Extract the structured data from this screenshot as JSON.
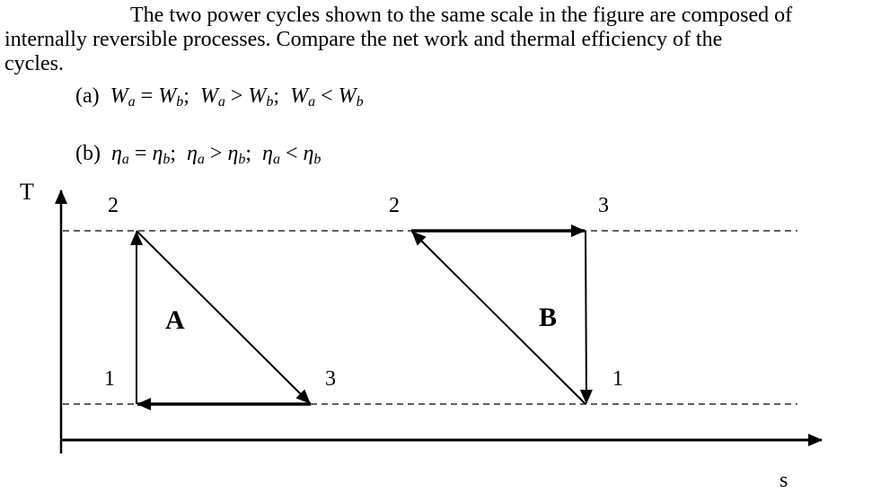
{
  "problem": {
    "line1": "The two power cycles shown to the same scale in the figure are composed of",
    "line2": "internally reversible processes.  Compare the net work and thermal efficiency of the",
    "line3": "cycles.",
    "part_a": {
      "label": "(a)",
      "options": [
        "W_a = W_b;",
        "W_a > W_b;",
        "W_a < W_b"
      ],
      "o1_lhs": "W",
      "o1_lsub": "a",
      "o1_op": " = ",
      "o1_rhs": "W",
      "o1_rsub": "b",
      "o1_end": ";",
      "o2_lhs": "W",
      "o2_lsub": "a",
      "o2_op": " > ",
      "o2_rhs": "W",
      "o2_rsub": "b",
      "o2_end": ";",
      "o3_lhs": "W",
      "o3_lsub": "a",
      "o3_op": " < ",
      "o3_rhs": "W",
      "o3_rsub": "b",
      "o3_end": ""
    },
    "part_b": {
      "label": "(b)",
      "options": [
        "η_a = η_b;",
        "η_a > η_b;",
        "η_a < η_b"
      ],
      "o1_lhs": "η",
      "o1_lsub": "a",
      "o1_op": " = ",
      "o1_rhs": "η",
      "o1_rsub": "b",
      "o1_end": ";",
      "o2_lhs": "η",
      "o2_lsub": "a",
      "o2_op": " > ",
      "o2_rhs": "η",
      "o2_rsub": "b",
      "o2_end": ";",
      "o3_lhs": "η",
      "o3_lsub": "a",
      "o3_op": " < ",
      "o3_rhs": "η",
      "o3_rsub": "b",
      "o3_end": ""
    }
  },
  "diagram": {
    "y_axis_label": "T",
    "x_axis_label": "s",
    "cycle_a": {
      "name": "A",
      "states": [
        {
          "id": "1",
          "label": "1",
          "position": "low T, low s"
        },
        {
          "id": "2",
          "label": "2",
          "position": "high T, low s"
        },
        {
          "id": "3",
          "label": "3",
          "position": "low T, high s"
        }
      ],
      "processes": [
        "1→2 (isentropic, T rises)",
        "2→3 (linear T-s decrease)",
        "3→1 (isothermal, s decreases)"
      ]
    },
    "cycle_b": {
      "name": "B",
      "states": [
        {
          "id": "1",
          "label": "1",
          "position": "low T, high s"
        },
        {
          "id": "2",
          "label": "2",
          "position": "high T, low s"
        },
        {
          "id": "3",
          "label": "3",
          "position": "high T, high s"
        }
      ],
      "processes": [
        "1→2 (linear T-s increase)",
        "2→3 (isothermal, s increases)",
        "3→1 (isentropic, T drops)"
      ]
    },
    "colors": {
      "line": "#000000",
      "background": "#ffffff"
    }
  }
}
